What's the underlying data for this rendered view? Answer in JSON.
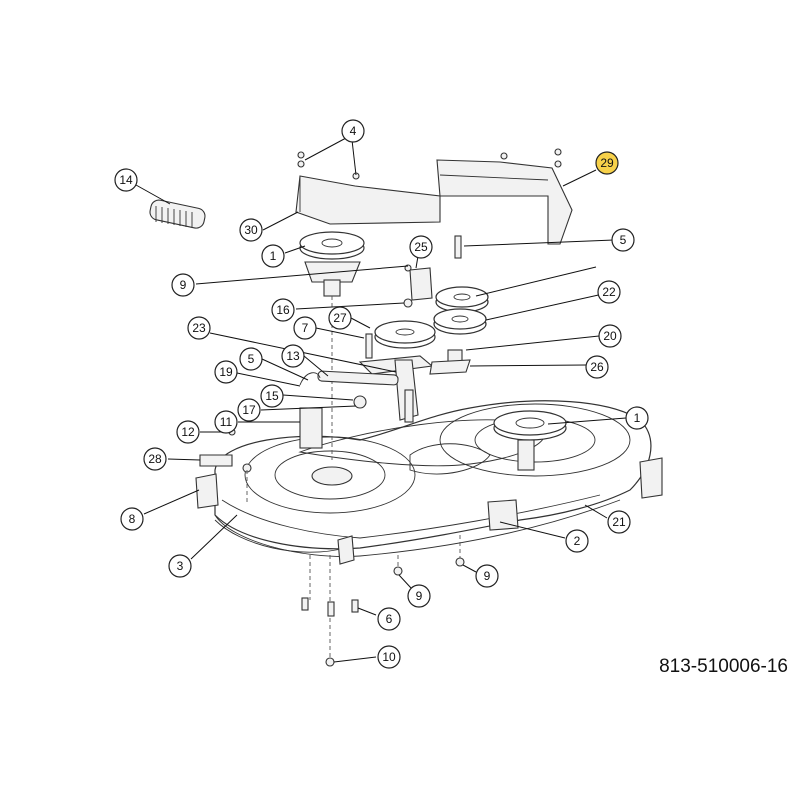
{
  "drawing_number": "813-510006-16",
  "highlight_color": "#f7d14a",
  "callouts": [
    {
      "label": "4"
    },
    {
      "label": "14"
    },
    {
      "label": "29",
      "highlighted": true
    },
    {
      "label": "30"
    },
    {
      "label": "5"
    },
    {
      "label": "1"
    },
    {
      "label": "25"
    },
    {
      "label": "9"
    },
    {
      "label": "22"
    },
    {
      "label": "16"
    },
    {
      "label": "7"
    },
    {
      "label": "27"
    },
    {
      "label": "23"
    },
    {
      "label": "20"
    },
    {
      "label": "5"
    },
    {
      "label": "13"
    },
    {
      "label": "26"
    },
    {
      "label": "19"
    },
    {
      "label": "15"
    },
    {
      "label": "17"
    },
    {
      "label": "11"
    },
    {
      "label": "1"
    },
    {
      "label": "12"
    },
    {
      "label": "28"
    },
    {
      "label": "8"
    },
    {
      "label": "21"
    },
    {
      "label": "2"
    },
    {
      "label": "3"
    },
    {
      "label": "9"
    },
    {
      "label": "9"
    },
    {
      "label": "6"
    },
    {
      "label": "10"
    }
  ]
}
